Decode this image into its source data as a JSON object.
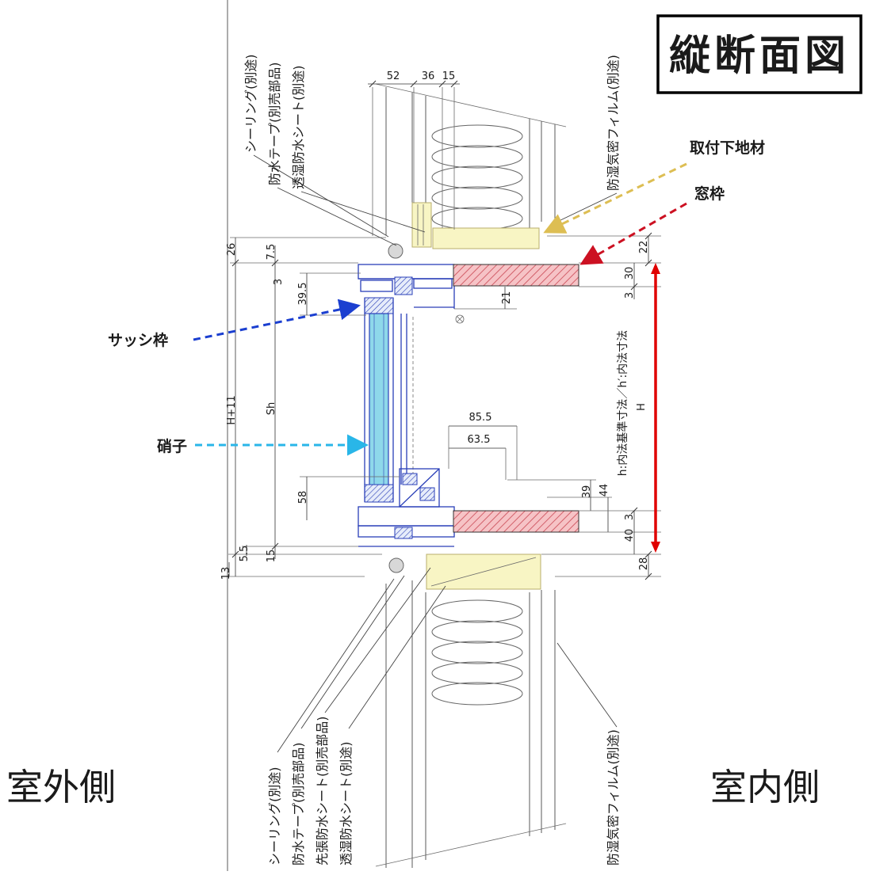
{
  "title": "縦断面図",
  "side_labels": {
    "outdoor": "室外側",
    "indoor": "室内側"
  },
  "callouts": {
    "mounting_base": "取付下地材",
    "window_frame": "窓枠",
    "sash_frame": "サッシ枠",
    "glass": "硝子"
  },
  "part_labels": {
    "top": [
      "シーリング(別途)",
      "防水テープ(別売部品)",
      "透湿防水シート(別途)"
    ],
    "top_right": "防湿気密フィルム(別途)",
    "bottom": [
      "シーリング(別途)",
      "防水テープ(別売部品)",
      "先張防水シート(別売部品)",
      "透湿防水シート(別途)"
    ],
    "bottom_right": "防湿気密フィルム(別途)"
  },
  "dims": {
    "top": [
      "52",
      "36",
      "15"
    ],
    "left": [
      "26",
      "7.5",
      "3",
      "39.5",
      "H+11",
      "Sh",
      "58",
      "5.5",
      "15",
      "13"
    ],
    "center": [
      "21",
      "85.5",
      "63.5",
      "39",
      "44"
    ],
    "right": [
      "22",
      "30",
      "3",
      "H",
      "3",
      "40",
      "28"
    ],
    "note": "h:内法基準寸法／h′:内法寸法"
  },
  "colors": {
    "sash_blue": "#2a3fb8",
    "glass_cyan": "#29b6e8",
    "frame_red": "#cc1122",
    "base_yellow": "#d4991f",
    "h_arrow_red": "#e00000"
  }
}
